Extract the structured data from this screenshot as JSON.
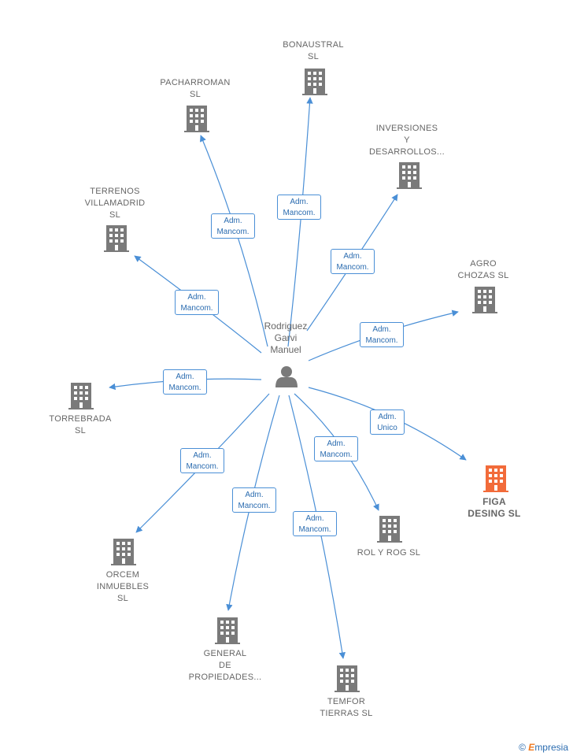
{
  "colors": {
    "edge": "#4a8fd6",
    "node": "#7a7a7a",
    "highlight": "#f26b3a"
  },
  "person": {
    "name": "Rodriguez\nGarvi\nManuel",
    "icon": "person-icon"
  },
  "companies": [
    {
      "id": "bonaustral",
      "label": "BONAUSTRAL\nSL",
      "relation": "Adm.\nMancom.",
      "icon": "building-icon"
    },
    {
      "id": "pacharroman",
      "label": "PACHARROMAN\nSL",
      "relation": "Adm.\nMancom.",
      "icon": "building-icon"
    },
    {
      "id": "inversiones",
      "label": "INVERSIONES\nY\nDESARROLLOS...",
      "relation": "Adm.\nMancom.",
      "icon": "building-icon"
    },
    {
      "id": "terrenos",
      "label": "TERRENOS\nVILLAMADRID\nSL",
      "relation": "Adm.\nMancom.",
      "icon": "building-icon"
    },
    {
      "id": "agro",
      "label": "AGRO\nCHOZAS SL",
      "relation": "Adm.\nMancom.",
      "icon": "building-icon"
    },
    {
      "id": "torrebrada",
      "label": "TORREBRADA\nSL",
      "relation": "Adm.\nMancom.",
      "icon": "building-icon"
    },
    {
      "id": "figa",
      "label": "FIGA\nDESING  SL",
      "relation": "Adm.\nUnico",
      "icon": "building-icon",
      "highlight": true
    },
    {
      "id": "rolyrog",
      "label": "ROL Y ROG SL",
      "relation": "Adm.\nMancom.",
      "icon": "building-icon"
    },
    {
      "id": "orcem",
      "label": "ORCEM\nINMUEBLES\nSL",
      "relation": "Adm.\nMancom.",
      "icon": "building-icon"
    },
    {
      "id": "general",
      "label": "GENERAL\nDE\nPROPIEDADES...",
      "relation": "Adm.\nMancom.",
      "icon": "building-icon"
    },
    {
      "id": "temfor",
      "label": "TEMFOR\nTIERRAS  SL",
      "relation": "Adm.\nMancom.",
      "icon": "building-icon"
    }
  ],
  "footer": {
    "copyright_symbol": "©",
    "brand_first": "E",
    "brand_rest": "mpresia"
  }
}
